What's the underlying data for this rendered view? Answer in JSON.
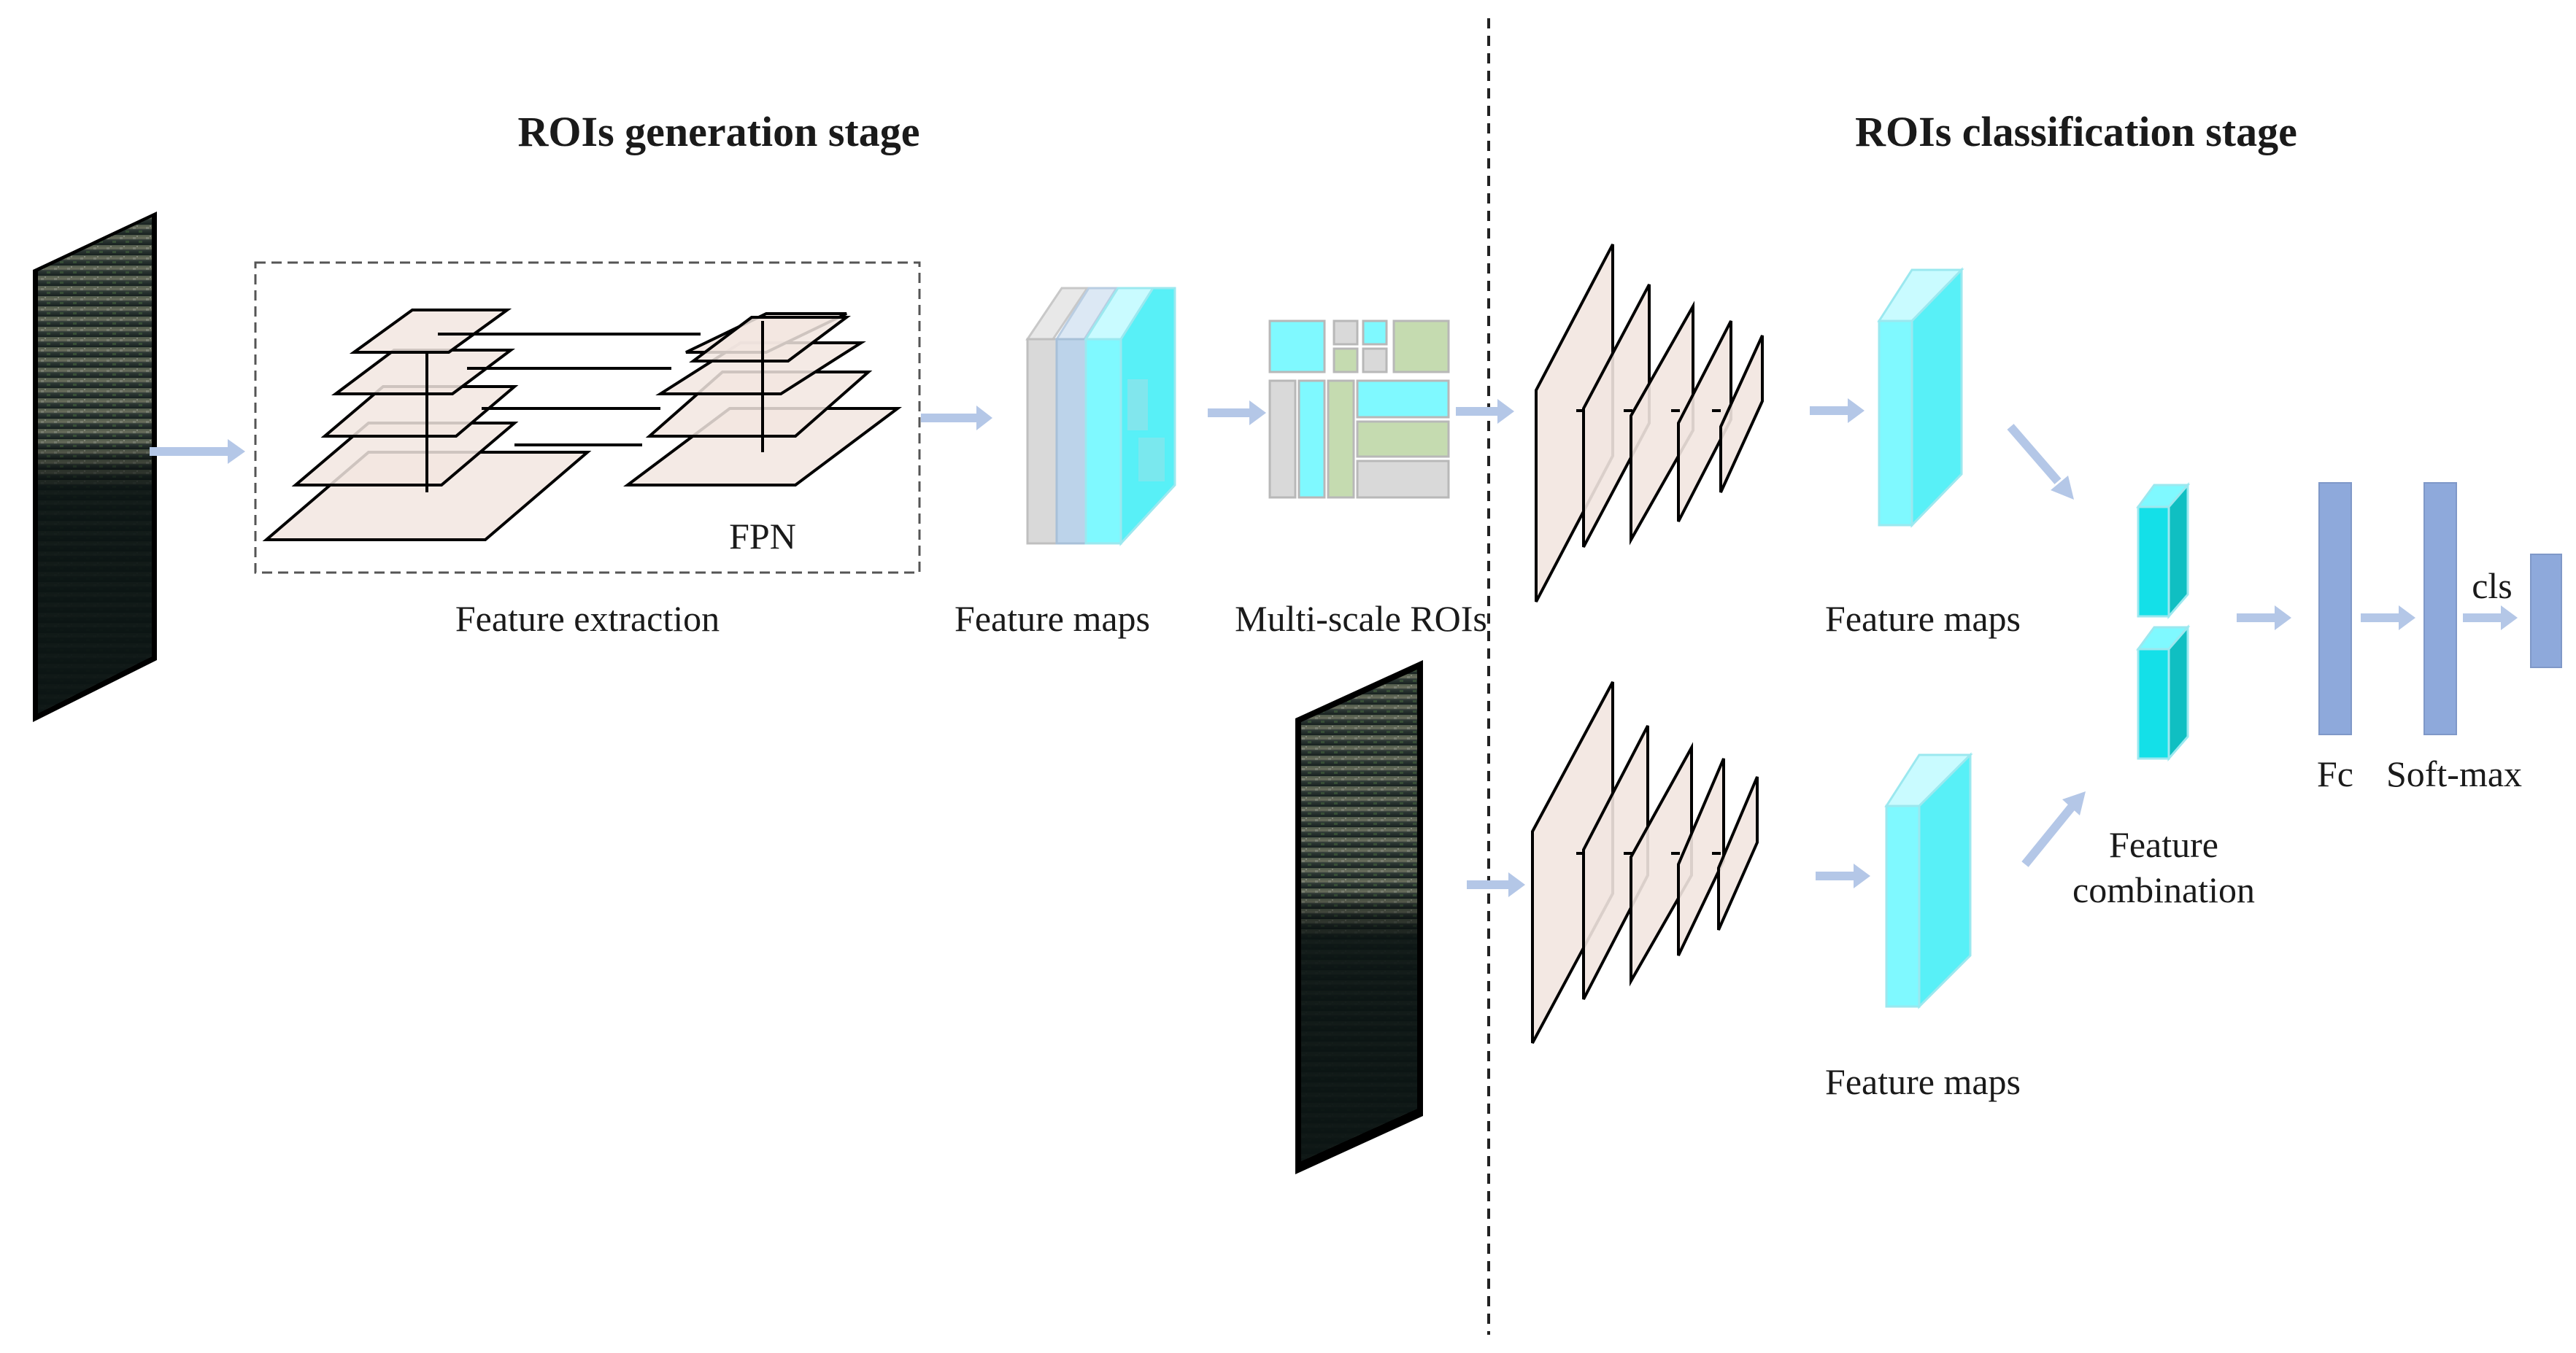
{
  "stages": {
    "generation_title": "ROIs generation stage",
    "classification_title": "ROIs classification stage"
  },
  "labels": {
    "fpn": "FPN",
    "feature_extraction": "Feature extraction",
    "feature_maps_1": "Feature maps",
    "multi_scale_rois": "Multi-scale ROIs",
    "feature_maps_2": "Feature maps",
    "feature_maps_3": "Feature maps",
    "feature_combination_line1": "Feature",
    "feature_combination_line2": "combination",
    "fc": "Fc",
    "softmax": "Soft-max",
    "cls": "cls"
  },
  "colors": {
    "plane_fill": "#f2e6e0",
    "cyan": "#7ff9ff",
    "cyan_dark": "#14c8c8",
    "gray_block": "#d9d9d9",
    "light_blue_block": "#bcd3ea",
    "green_block": "#c5dbb0",
    "fc_blue": "#8ea9db",
    "arrow": "#b4c7e7"
  }
}
